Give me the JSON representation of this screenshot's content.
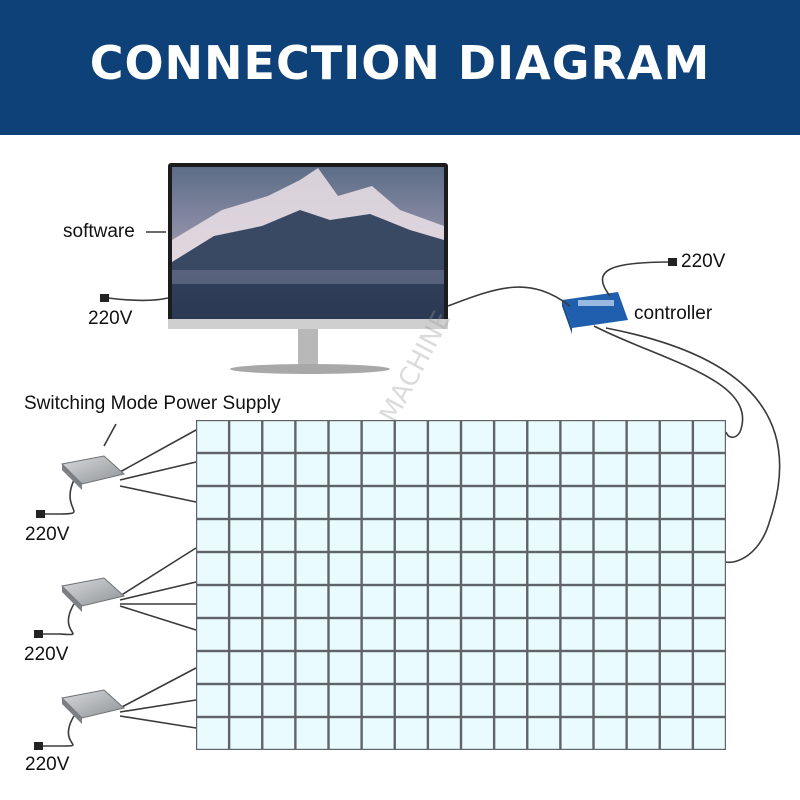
{
  "banner": {
    "title": "CONNECTION DIAGRAM"
  },
  "labels": {
    "software": "software",
    "controller": "controller",
    "power_supply": "Switching Mode Power Supply",
    "voltage": "220V"
  },
  "watermark": {
    "text": "SQX GAME MACHINE"
  },
  "led_grid": {
    "rows": 10,
    "cols": 16
  },
  "colors": {
    "banner": "#0d4178",
    "tile": "#eafbfd",
    "tile_border": "#5f6468",
    "cable": "#3a3a3a",
    "controller": "#1f5fae"
  }
}
